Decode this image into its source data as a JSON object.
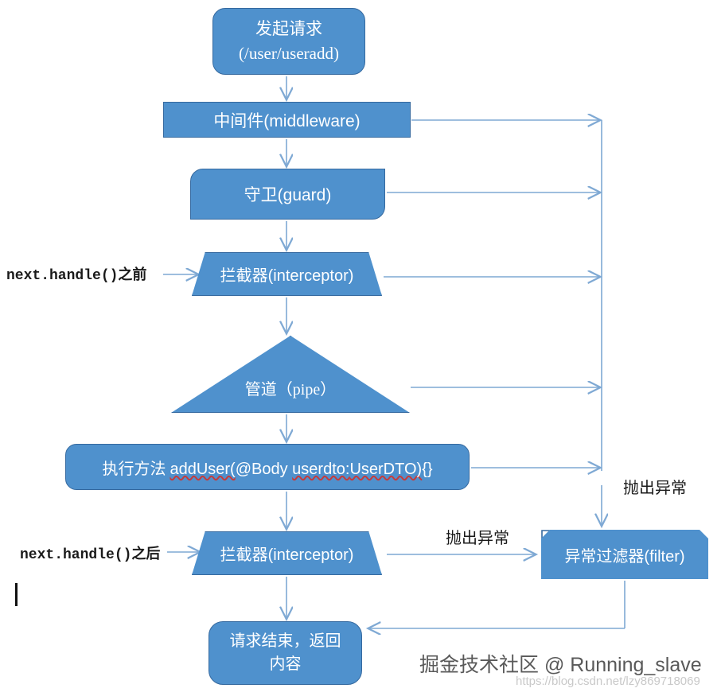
{
  "diagram": {
    "title": "NestJS request lifecycle flowchart",
    "colors": {
      "node_fill": "#4f91cd",
      "node_border": "#35699f",
      "arrow": "#7fa9d4",
      "text_dark": "#1a1a1a",
      "spellcheck_underline": "#c63b3b"
    },
    "nodes": {
      "request": {
        "line1": "发起请求",
        "line2": "(/user/useradd)"
      },
      "middleware": {
        "label": "中间件(middleware)"
      },
      "guard": {
        "label": "守卫(guard)"
      },
      "interceptor_before": {
        "label": "拦截器(interceptor)"
      },
      "pipe": {
        "label": "管道（pipe）"
      },
      "execute": {
        "prefix": "执行方法 ",
        "method": "addUser(",
        "arg1": "@Body ",
        "arg2": "userdto:",
        "arg3": "UserDTO)",
        "suffix": "{}"
      },
      "interceptor_after": {
        "label": "拦截器(interceptor)"
      },
      "filter": {
        "label": "异常过滤器(filter)"
      },
      "end": {
        "line1": "请求结束，返回",
        "line2": "内容"
      }
    },
    "labels": {
      "before_handle": "next.handle()之前",
      "after_handle": "next.handle()之后",
      "throw_exception_horizontal": "抛出异常",
      "throw_exception_vertical": "抛出异常"
    },
    "watermark": {
      "text": "掘金技术社区 @ Running_slave",
      "url": "https://blog.csdn.net/lzy869718069"
    }
  }
}
